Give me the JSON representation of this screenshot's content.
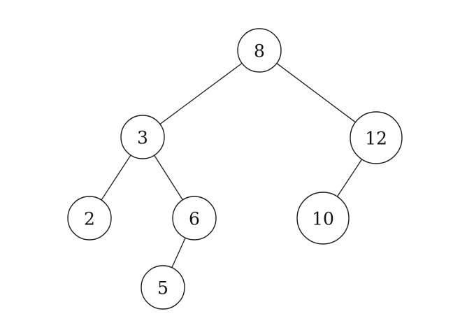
{
  "tree": {
    "nodes": [
      {
        "id": "n8",
        "label": "8"
      },
      {
        "id": "n3",
        "label": "3"
      },
      {
        "id": "n12",
        "label": "12"
      },
      {
        "id": "n2",
        "label": "2"
      },
      {
        "id": "n6",
        "label": "6"
      },
      {
        "id": "n10",
        "label": "10"
      },
      {
        "id": "n5",
        "label": "5"
      }
    ],
    "edges": [
      {
        "from": "n8",
        "to": "n3"
      },
      {
        "from": "n8",
        "to": "n12"
      },
      {
        "from": "n3",
        "to": "n2"
      },
      {
        "from": "n3",
        "to": "n6"
      },
      {
        "from": "n12",
        "to": "n10"
      },
      {
        "from": "n6",
        "to": "n5"
      }
    ]
  }
}
